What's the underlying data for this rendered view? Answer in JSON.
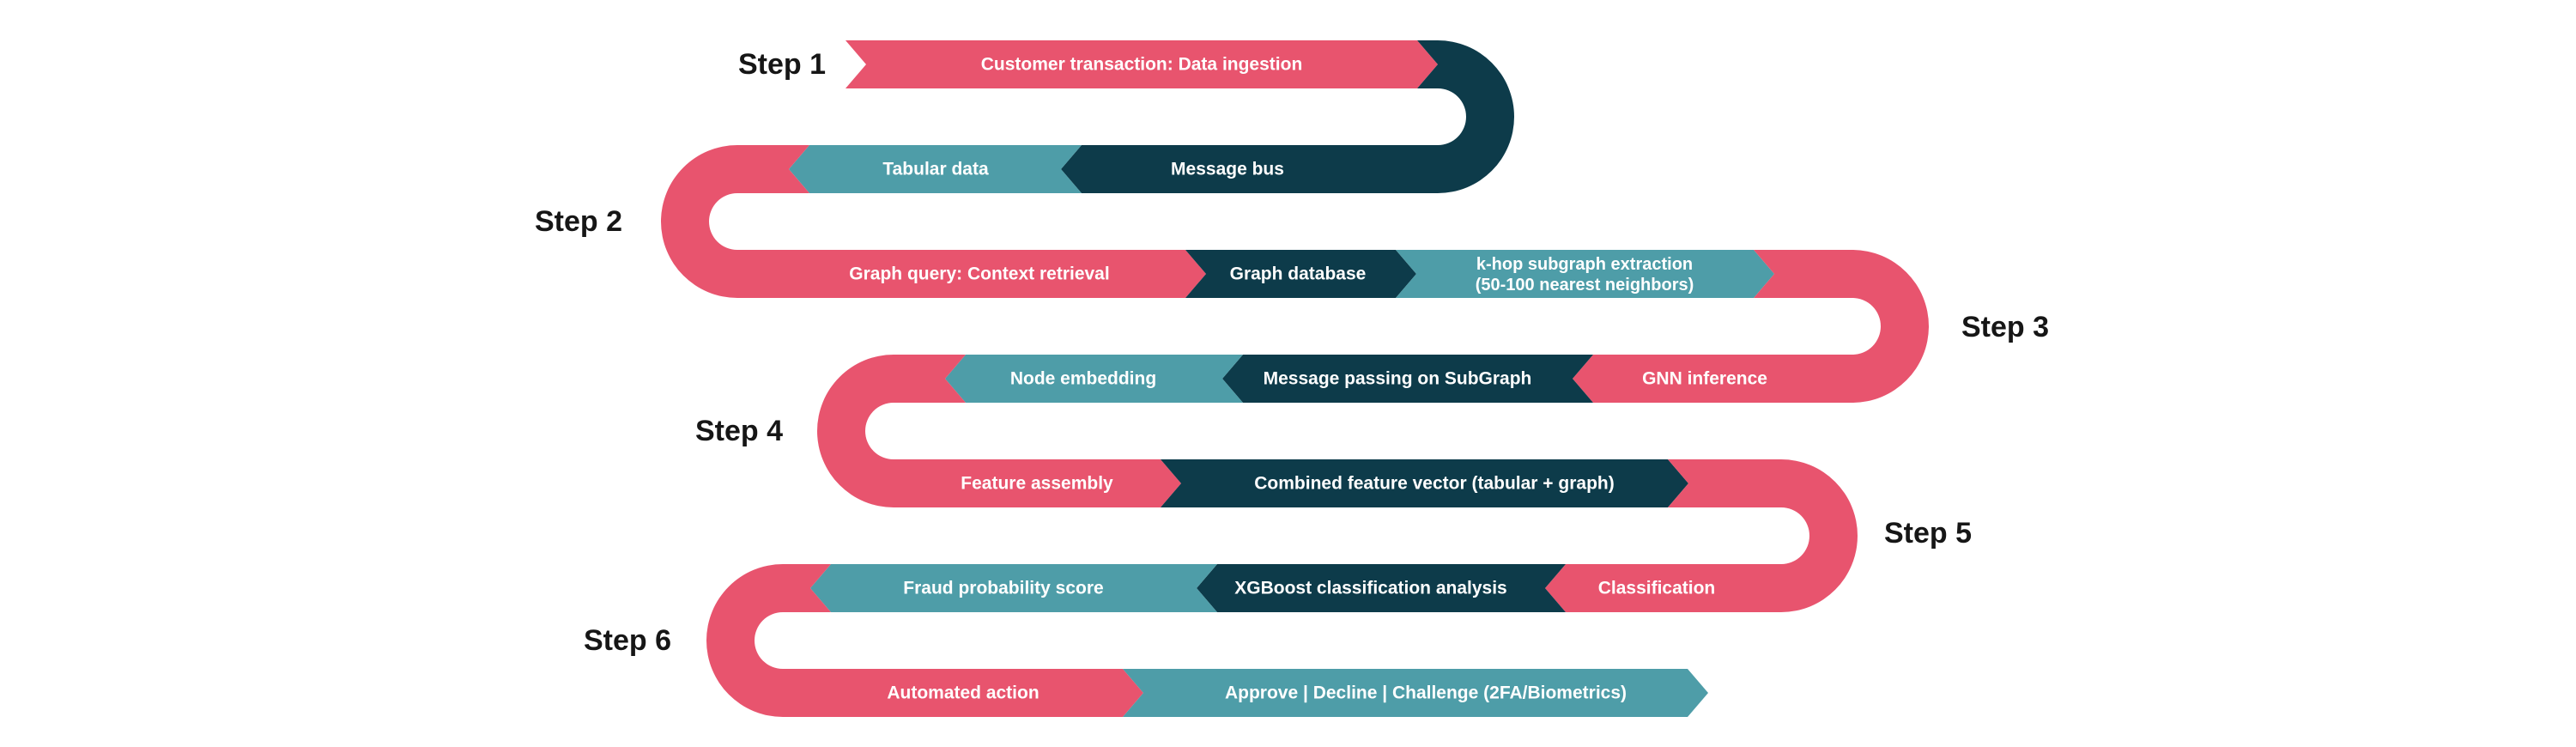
{
  "diagram": {
    "type": "serpentine-process-flow",
    "background": "#ffffff",
    "colors": {
      "pink": "#E8546E",
      "teal": "#4E9DA8",
      "navy": "#0D3B4A",
      "step_text": "#161616",
      "segment_text": "#ffffff"
    },
    "steps": {
      "step1": "Step 1",
      "step2": "Step 2",
      "step3": "Step 3",
      "step4": "Step 4",
      "step5": "Step 5",
      "step6": "Step 6"
    },
    "segments": {
      "ingestion": "Customer transaction: Data ingestion",
      "tabular": "Tabular data",
      "message_bus": "Message bus",
      "graph_query": "Graph query: Context retrieval",
      "graph_db": "Graph database",
      "khop_line1": "k-hop subgraph extraction",
      "khop_line2": "(50-100 nearest neighbors)",
      "node_embedding": "Node embedding",
      "message_passing": "Message passing on SubGraph",
      "gnn": "GNN inference",
      "feature_assembly": "Feature assembly",
      "combined_vector": "Combined feature vector (tabular + graph)",
      "fraud_score": "Fraud probability score",
      "xgboost": "XGBoost classification analysis",
      "classification": "Classification",
      "automated_action": "Automated action",
      "decision": "Approve | Decline | Challenge (2FA/Biometrics)"
    }
  }
}
